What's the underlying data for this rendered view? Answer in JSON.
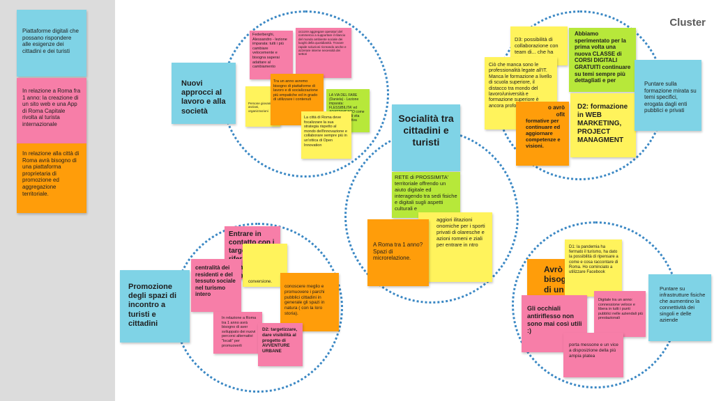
{
  "header": {
    "title": "Cluster"
  },
  "colors": {
    "yellow": "#fff35c",
    "orange": "#ff9d0a",
    "pink": "#f77ea8",
    "blue": "#7fd3e6",
    "green": "#b7e83a",
    "circle": "#3b88c4"
  },
  "sidebar": {
    "notes": [
      "Piattaforme digitali che possano rispondere alle esigenze dei cittadini e dei turisti",
      "In relazione a Roma fra 1 anno: la creazione di un sito web e una App di Roma Capitale rivolta al turista internazionale",
      "In relazione alla città di Roma avrà bisogno di una piattaforma proprietaria di promozione ed aggregazione territoriale."
    ]
  },
  "center": {
    "title": "Socialità tra cittadini e turisti",
    "green_note": "RETE di PROSSIMITA' territoriale offrendo un aiuto digitale ed interagendo tra sedi fisiche e digitali sugli aspetti culturali e",
    "orange_note": "A Roma tra 1 anno? Spazi di microrelazione.",
    "yellow_note": "aggiori ilitazioni onomiche per i sporti privati di olaresche e azioni romeni e ziali per entrare in ntro"
  },
  "top_left": {
    "title": "Nuovi approcci al lavoro e alla società",
    "notes": [
      "Federberghi, Alessandro - lezione imparata: tutti i più cambiare velocemente e bisogna saperai adattare al cambiamento",
      "occorre aggregare operatori del commercio a supportare il rilancio del mondo ambiente sociale dei luoghi della quotidianità. Trovare rapide soluzioni ricreando anche e azzerare interne necessità dei settori",
      "Tra un anno avremo bisogno di piattaforme di lavoro e di socializzazione più empatiche ed in grado di utilizzare i contenuti",
      "Persone giovani e anziani, organizzazioni",
      "LA VIA DEL FARE (Daniela) - Lezione imparata: FLESSIBILITA' ed ADATTAMENTO come nuove regole di vita sociale, lavorativa",
      "La città di Roma deve focalizzare la sua strategia rispetto al mondo dell'innovazione e collaborare sempre più in un'ottica di Open Innovation"
    ]
  },
  "top_right": {
    "notes": [
      "D3: possibilità di collaborazione con team di... che ha",
      "Abbiamo sperimentato per la prima volta una nuova CLASSE di CORSI DIGITALI GRATUITI continuare su temi sempre più dettagliati e per",
      "Ciò che manca sono le professionalità legate all'IT. Manca le formazione a livello di scuola superiore, il distacco tra mondo del lavoro/università e formazione superiore è ancora profondo",
      "o avrò",
      "ofit",
      "formative per continuare ed aggiornare competenze e visioni.",
      "D2: formazione in WEB MARKETING, PROJECT MANAGMENT",
      "Puntare sulla formazione mirata su temi specifici, erogata dagli enti pubblici e privati"
    ]
  },
  "bottom_left": {
    "title": "Promozione degli spazi di incontro a turisti e cittadini",
    "notes": [
      "Entrare in contatto con i target di riferimento in maniera più mirata",
      "centralità dei residenti e del tessuto sociale nel turismo intero",
      "conversione.",
      "In relazione a Roma tra 1 anno avrà bisogno di aver sviluppato dei nuovi percorsi alternativi \"locali\" per promuoverli",
      "conoscere meglio e promuovere i parchi pubblici cittadini in generale gli spazi in natura ( con la loro storia).",
      "D2: targetizzare, dare visibilità al progetto di AVVENTURE URBANE"
    ]
  },
  "bottom_right": {
    "notes": [
      "Avrò bisogno di un nuovo",
      "D1: la pandemia ha fermato il turismo, ha dato la possibilità di ripensare a come e cosa raccontare di Roma. Ho cominciato a utilizzare Facebook",
      "Gli occhiali antiriflesso non sono mai così utili :)",
      "Digitale tra un anno: connessione veloce e libera in tutti i punti pubblici nelle aziendali più prestazionali",
      "Puntare su infrastrutture fisiche che aumentino la connettività dei singoli e delle aziende",
      "porta messone e un vice a disposizione della più ampia platea"
    ]
  }
}
